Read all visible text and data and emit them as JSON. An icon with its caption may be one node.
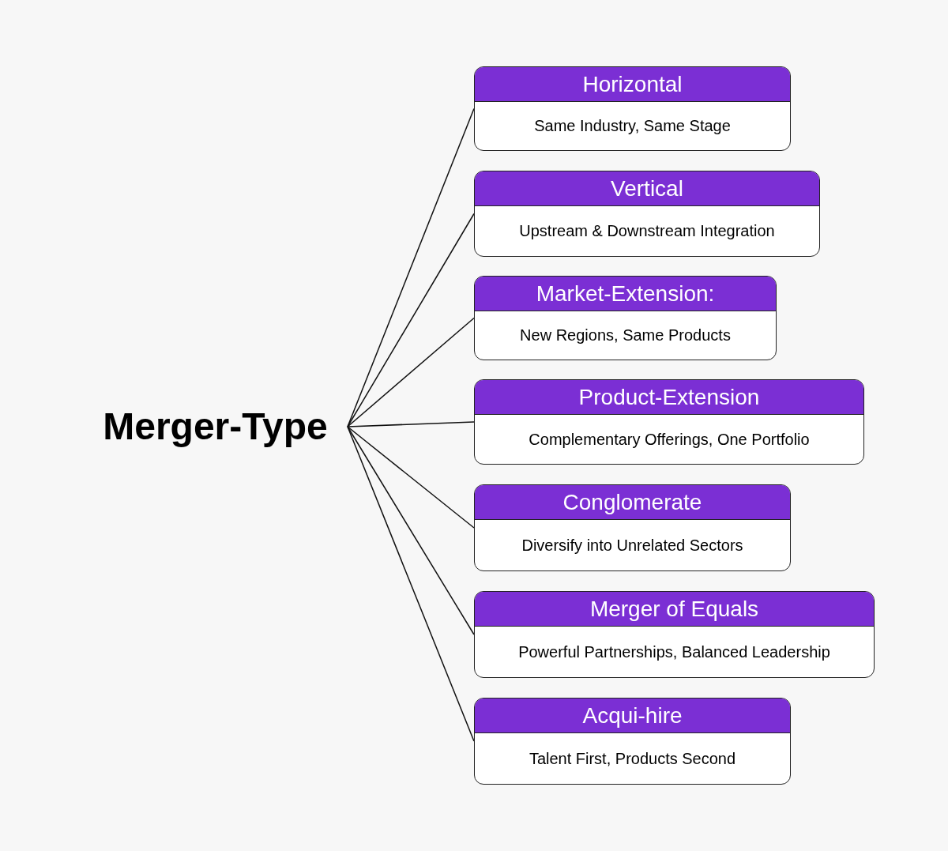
{
  "diagram": {
    "nodes": [
      {
        "text": [
          "Merger-Type"
        ]
      },
      {
        "text": [
          "Horizontal",
          "Same Industry, Same Stage"
        ]
      },
      {
        "text": [
          "Vertical",
          "Upstream & Downstream Integration"
        ]
      },
      {
        "text": [
          "Market-Extension:",
          "New Regions, Same Products"
        ]
      },
      {
        "text": [
          "Product-Extension",
          "Complementary Offerings, One Portfolio"
        ]
      },
      {
        "text": [
          "Conglomerate",
          "Diversify into Unrelated Sectors"
        ]
      },
      {
        "text": [
          "Merger of Equals",
          "Powerful Partnerships, Balanced Leadership"
        ]
      },
      {
        "text": [
          "Acqui-hire",
          "Talent First, Products Second"
        ]
      }
    ],
    "edges": [
      {
        "from": 0,
        "to": 1,
        "arrow": "none"
      },
      {
        "from": 0,
        "to": 2,
        "arrow": "none"
      },
      {
        "from": 0,
        "to": 3,
        "arrow": "none"
      },
      {
        "from": 0,
        "to": 4,
        "arrow": "none"
      },
      {
        "from": 0,
        "to": 5,
        "arrow": "none"
      },
      {
        "from": 0,
        "to": 6,
        "arrow": "none"
      },
      {
        "from": 0,
        "to": 7,
        "arrow": "none"
      }
    ]
  }
}
